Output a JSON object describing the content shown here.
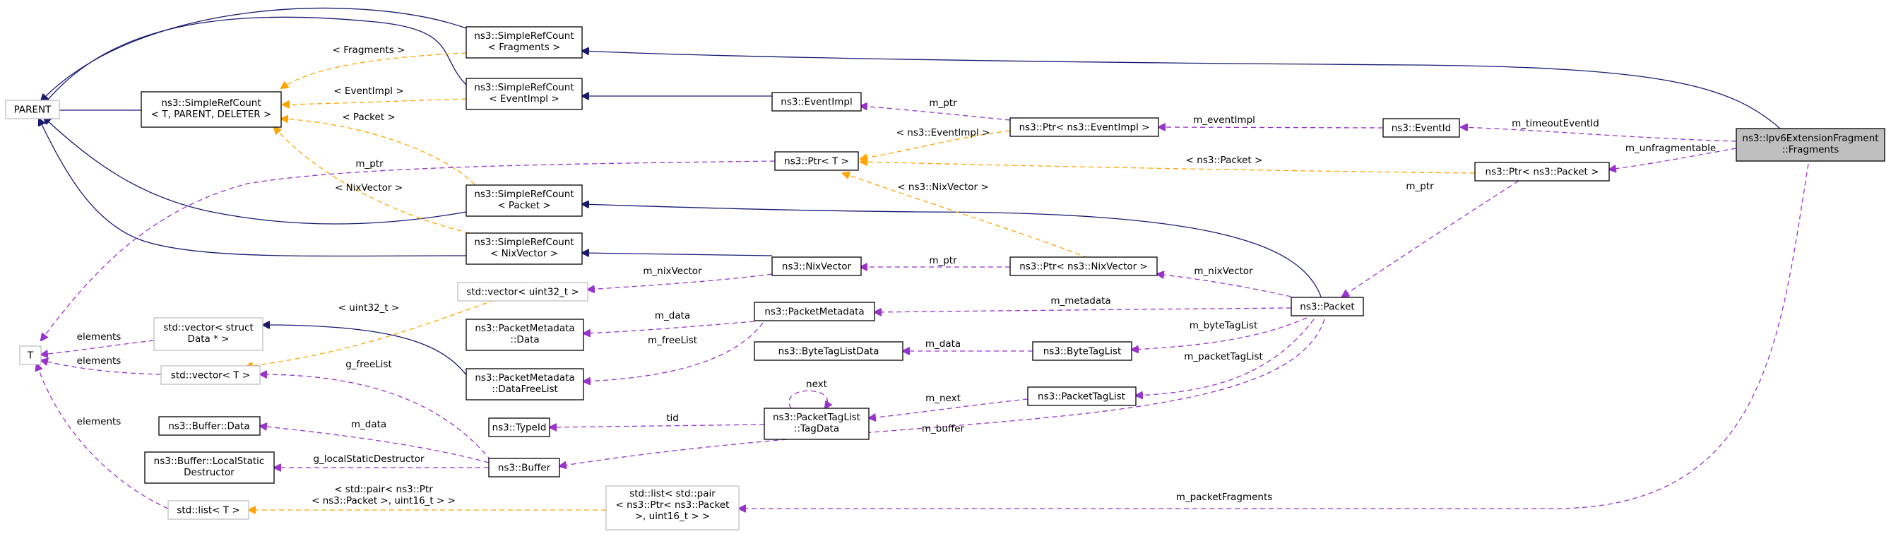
{
  "nodes": {
    "parent": [
      "PARENT"
    ],
    "t": [
      "T"
    ],
    "src_t_parent_deleter": [
      "ns3::SimpleRefCount",
      "< T, PARENT, DELETER >"
    ],
    "src_fragments": [
      "ns3::SimpleRefCount",
      "< Fragments >"
    ],
    "src_eventimpl": [
      "ns3::SimpleRefCount",
      "< EventImpl >"
    ],
    "src_packet": [
      "ns3::SimpleRefCount",
      "< Packet >"
    ],
    "src_nixvector": [
      "ns3::SimpleRefCount",
      "< NixVector >"
    ],
    "eventimpl": [
      "ns3::EventImpl"
    ],
    "ptr_t": [
      "ns3::Ptr< T >"
    ],
    "ptr_eventimpl": [
      "ns3::Ptr< ns3::EventImpl >"
    ],
    "eventid": [
      "ns3::EventId"
    ],
    "ptr_packet": [
      "ns3::Ptr< ns3::Packet >"
    ],
    "fragments": [
      "ns3::Ipv6ExtensionFragment",
      "::Fragments"
    ],
    "nixvector": [
      "ns3::NixVector"
    ],
    "ptr_nixvector": [
      "ns3::Ptr< ns3::NixVector >"
    ],
    "vector_uint32": [
      "std::vector< uint32_t >"
    ],
    "vector_struct": [
      "std::vector< struct",
      "Data * >"
    ],
    "vector_t": [
      "std::vector< T >"
    ],
    "pm_data": [
      "ns3::PacketMetadata",
      "::Data"
    ],
    "pm_dfl": [
      "ns3::PacketMetadata",
      "::DataFreeList"
    ],
    "packetmetadata": [
      "ns3::PacketMetadata"
    ],
    "bytetaglistdata": [
      "ns3::ByteTagListData"
    ],
    "bytetaglist": [
      "ns3::ByteTagList"
    ],
    "packettaglist": [
      "ns3::PacketTagList"
    ],
    "ptl_tagdata": [
      "ns3::PacketTagList",
      "::TagData"
    ],
    "typeid": [
      "ns3::TypeId"
    ],
    "buffer_data": [
      "ns3::Buffer::Data"
    ],
    "buffer_lsd": [
      "ns3::Buffer::LocalStatic",
      "Destructor"
    ],
    "buffer": [
      "ns3::Buffer"
    ],
    "packet": [
      "ns3::Packet"
    ],
    "list_t": [
      "std::list< T >"
    ],
    "list_pair": [
      "std::list< std::pair",
      "< ns3::Ptr< ns3::Packet",
      ">, uint16_t > >"
    ]
  },
  "edge_labels": {
    "tpl_fragments": [
      "< Fragments >"
    ],
    "tpl_eventimpl": [
      "< EventImpl >"
    ],
    "tpl_packet": [
      "< Packet >"
    ],
    "tpl_nixvector": [
      "< NixVector >"
    ],
    "m_ptr_eventimpl": [
      "m_ptr"
    ],
    "tpl_ptr_eventimpl": [
      "< ns3::EventImpl >"
    ],
    "m_eventimpl": [
      "m_eventImpl"
    ],
    "m_timeouteventid": [
      "m_timeoutEventId"
    ],
    "m_unfragmentable": [
      "m_unfragmentable"
    ],
    "tpl_ptr_packet": [
      "< ns3::Packet >"
    ],
    "m_ptr_t": [
      "m_ptr"
    ],
    "tpl_ptr_nixvector": [
      "< ns3::NixVector >"
    ],
    "m_ptr_packet": [
      "m_ptr"
    ],
    "m_nixvector_vec": [
      "m_nixVector"
    ],
    "m_ptr_nixvector": [
      "m_ptr"
    ],
    "m_nixvector": [
      "m_nixVector"
    ],
    "m_metadata": [
      "m_metadata"
    ],
    "tpl_uint32": [
      "< uint32_t >"
    ],
    "elements_struct": [
      "elements"
    ],
    "elements_vector": [
      "elements"
    ],
    "elements_list": [
      "elements"
    ],
    "m_data_pm": [
      "m_data"
    ],
    "m_freelist": [
      "m_freeList"
    ],
    "g_freelist": [
      "g_freeList"
    ],
    "m_bytetaglist": [
      "m_byteTagList"
    ],
    "m_data_btl": [
      "m_data"
    ],
    "m_packettaglist": [
      "m_packetTagList"
    ],
    "next": [
      "next"
    ],
    "m_next": [
      "m_next"
    ],
    "tid": [
      "tid"
    ],
    "m_data_buf": [
      "m_data"
    ],
    "g_lsd": [
      "g_localStaticDestructor"
    ],
    "m_buffer": [
      "m_buffer"
    ],
    "tpl_pair": [
      "< std::pair< ns3::Ptr",
      "< ns3::Packet >, uint16_t > >"
    ],
    "m_packetfragments": [
      "m_packetFragments"
    ]
  },
  "colors": {
    "inheritance": "#191970",
    "usage": "#9a32cd",
    "template": "#ffa500",
    "focus_fill": "#bfbfbf",
    "grey_border": "#bfbfbf"
  }
}
